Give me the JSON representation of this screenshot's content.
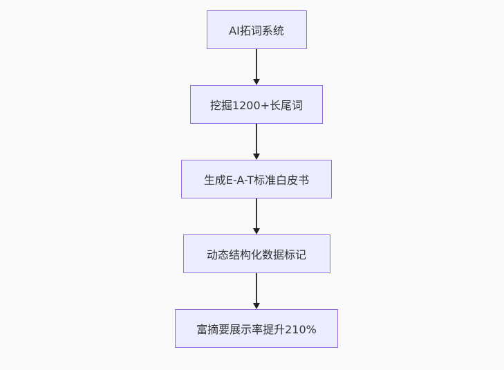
{
  "diagram": {
    "type": "flowchart",
    "direction": "top-down",
    "colors": {
      "background": "#fafafa",
      "node_fill": "#ECECFF",
      "node_border": "#9370DB",
      "node_text": "#333333",
      "arrow": "#333333"
    },
    "nodes": [
      {
        "id": "ai-keyword-expansion-system",
        "label": "AI拓词系统"
      },
      {
        "id": "mine-longtail-keywords",
        "label": "挖掘1200+长尾词"
      },
      {
        "id": "generate-eat-whitepaper",
        "label": "生成E-A-T标准白皮书"
      },
      {
        "id": "dynamic-structured-data-markup",
        "label": "动态结构化数据标记"
      },
      {
        "id": "rich-snippet-rate-increase",
        "label": "富摘要展示率提升210%"
      }
    ],
    "edges": [
      {
        "from": 0,
        "to": 1
      },
      {
        "from": 1,
        "to": 2
      },
      {
        "from": 2,
        "to": 3
      },
      {
        "from": 3,
        "to": 4
      }
    ]
  }
}
